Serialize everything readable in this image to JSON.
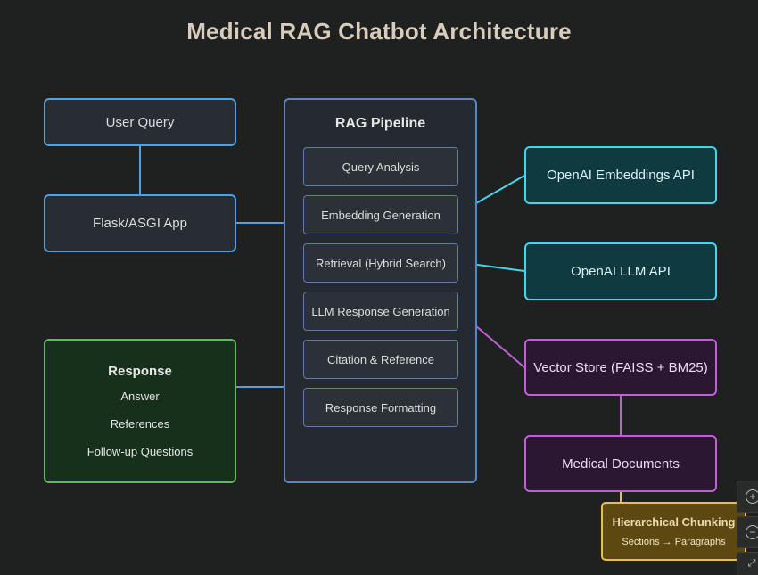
{
  "title": "Medical RAG Chatbot Architecture",
  "nodes": {
    "user_query": "User Query",
    "flask_app": "Flask/ASGI App",
    "response": {
      "title": "Response",
      "items": [
        "Answer",
        "References",
        "Follow-up Questions"
      ]
    },
    "pipeline": {
      "title": "RAG Pipeline",
      "steps": [
        "Query Analysis",
        "Embedding Generation",
        "Retrieval (Hybrid Search)",
        "LLM Response Generation",
        "Citation & Reference",
        "Response Formatting"
      ]
    },
    "openai_embeddings": "OpenAI Embeddings API",
    "openai_llm": "OpenAI LLM API",
    "vector_store": "Vector Store (FAISS + BM25)",
    "medical_documents": "Medical Documents",
    "chunking": {
      "title": "Hierarchical Chunking",
      "subtitle": "Sections → Paragraphs"
    }
  },
  "colors": {
    "background": "#1f2121",
    "blue": "#4aa3e8",
    "cyan": "#3fd8ee",
    "purple": "#c45ed8",
    "green": "#5fba5f",
    "yellow": "#e8c048"
  },
  "controls": {
    "zoom_in_icon": "plus-circle-icon",
    "zoom_out_icon": "minus-circle-icon"
  }
}
